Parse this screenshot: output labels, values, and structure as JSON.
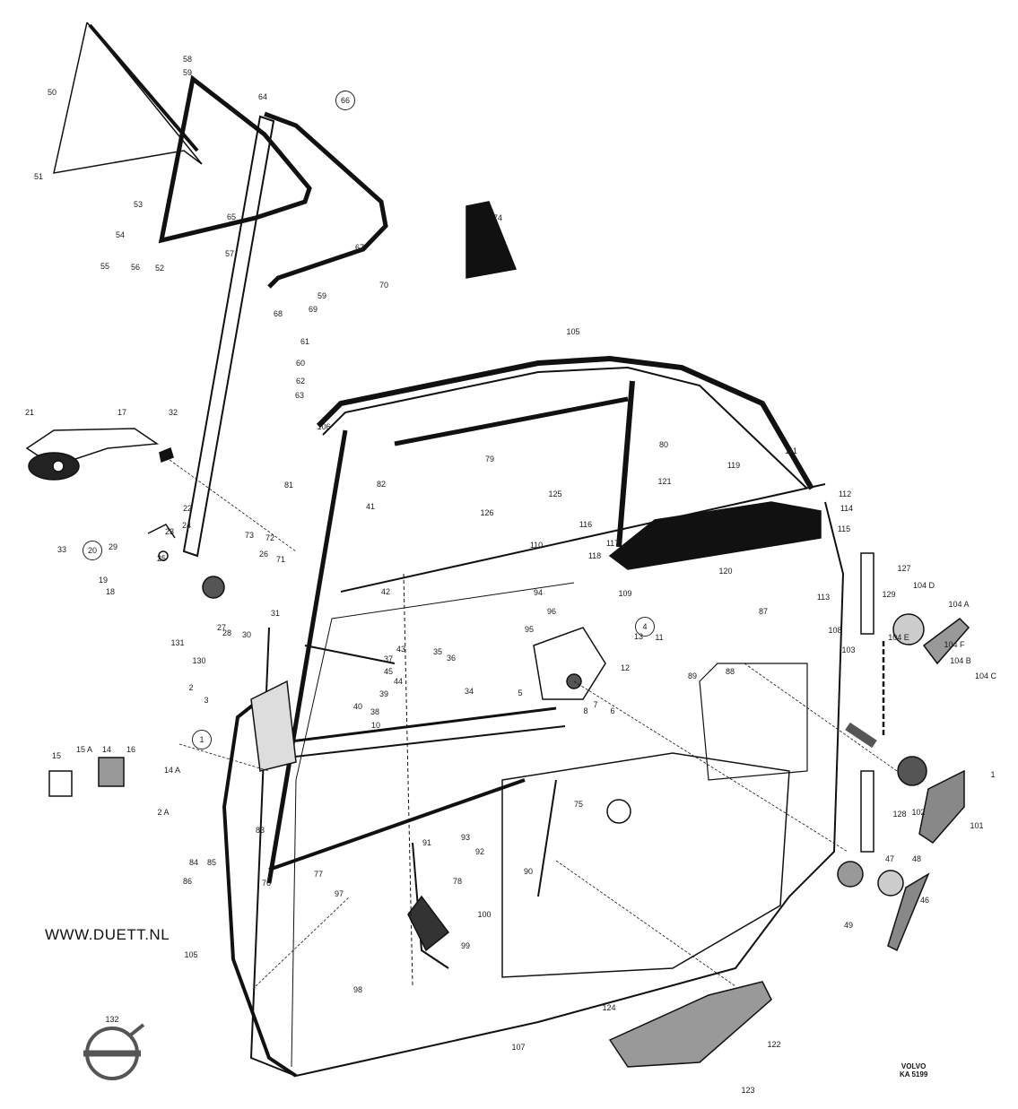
{
  "diagram": {
    "title_stamp": {
      "brand": "VOLVO",
      "code": "KA 5199"
    },
    "website": "WWW.DUETT.NL",
    "logo_part_number": "132",
    "circled_labels": [
      "66",
      "20",
      "4",
      "1"
    ],
    "labels": [
      "58",
      "59",
      "50",
      "64",
      "66",
      "51",
      "53",
      "65",
      "67",
      "74",
      "54",
      "57",
      "55",
      "56",
      "52",
      "70",
      "59",
      "69",
      "68",
      "61",
      "60",
      "62",
      "63",
      "105",
      "106",
      "21",
      "17",
      "32",
      "79",
      "80",
      "82",
      "81",
      "111",
      "119",
      "112",
      "121",
      "114",
      "125",
      "126",
      "115",
      "22",
      "24",
      "23",
      "33",
      "20",
      "29",
      "19",
      "18",
      "25",
      "73",
      "72",
      "71",
      "26",
      "41",
      "110",
      "116",
      "117",
      "118",
      "120",
      "127",
      "113",
      "129",
      "104 D",
      "104 A",
      "27",
      "28",
      "30",
      "31",
      "42",
      "94",
      "109",
      "87",
      "108",
      "43",
      "131",
      "37",
      "45",
      "44",
      "39",
      "130",
      "40",
      "38",
      "10",
      "35",
      "36",
      "34",
      "96",
      "95",
      "4",
      "13",
      "11",
      "12",
      "104 E",
      "104 F",
      "104 B",
      "104 C",
      "103",
      "89",
      "88",
      "2",
      "3",
      "1",
      "5",
      "7",
      "8",
      "6",
      "1",
      "15",
      "15 A",
      "14",
      "16",
      "14 A",
      "2 A",
      "75",
      "128",
      "102",
      "101",
      "83",
      "93",
      "91",
      "92",
      "84",
      "85",
      "86",
      "76",
      "77",
      "78",
      "90",
      "97",
      "47",
      "48",
      "46",
      "49",
      "100",
      "99",
      "105",
      "98",
      "132",
      "124",
      "122",
      "107",
      "123"
    ]
  }
}
